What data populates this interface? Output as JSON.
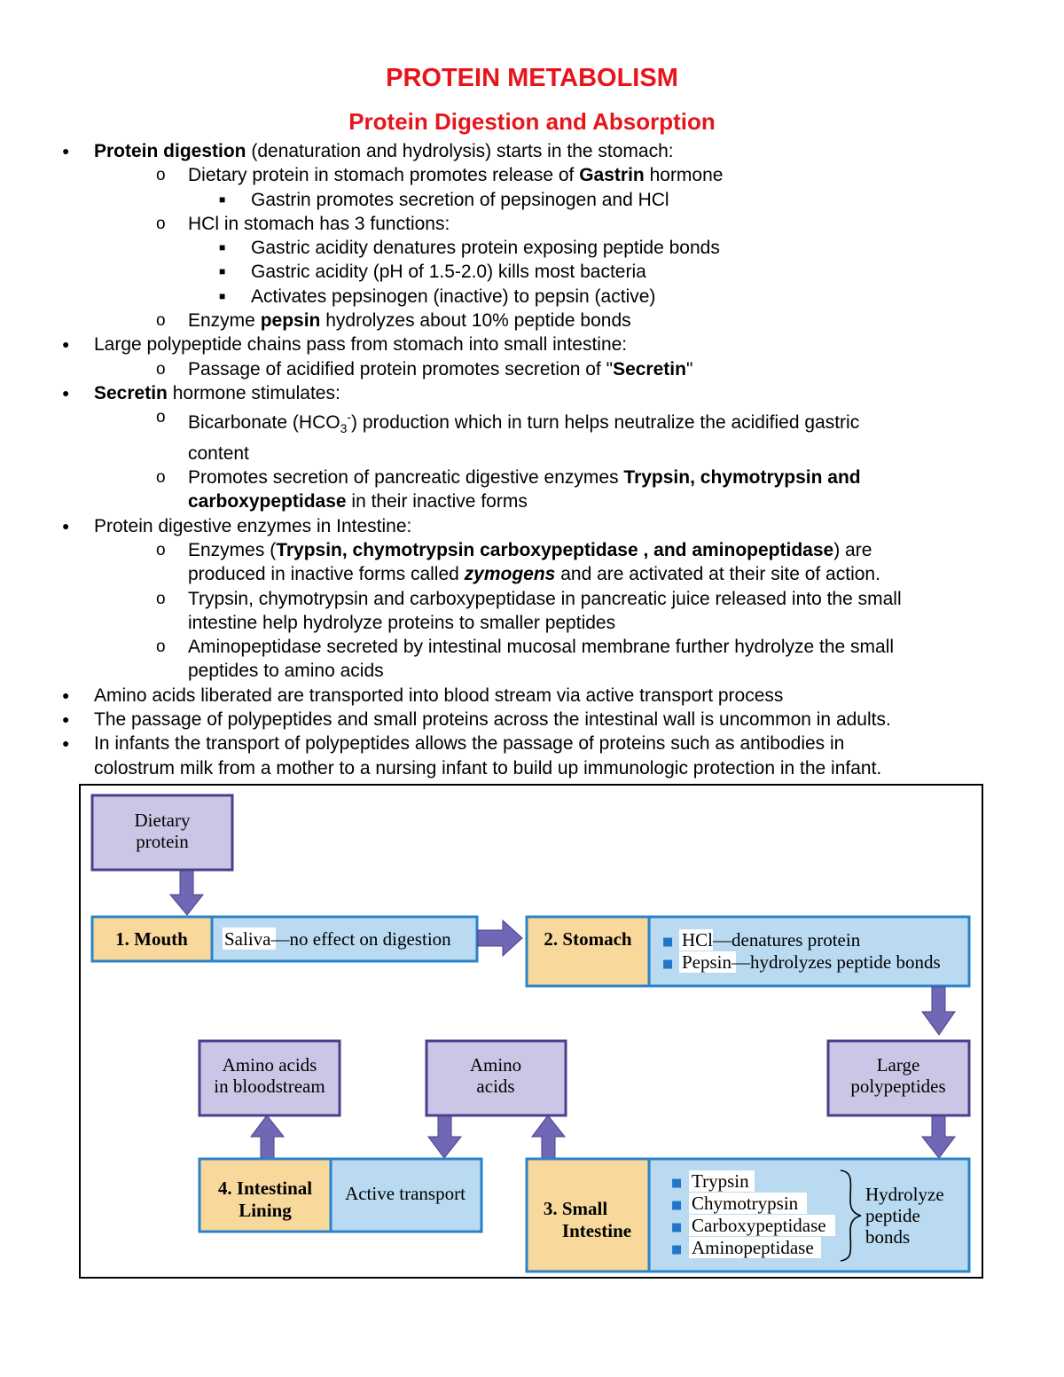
{
  "title": "PROTEIN METABOLISM",
  "subtitle": "Protein Digestion and Absorption",
  "lines": [
    {
      "level": 1,
      "parts": [
        {
          "t": "Protein digestion",
          "b": true
        },
        {
          "t": " (denaturation and hydrolysis) starts in the stomach:"
        }
      ]
    },
    {
      "level": 2,
      "parts": [
        {
          "t": "Dietary protein in stomach promotes release of "
        },
        {
          "t": "Gastrin",
          "b": true
        },
        {
          "t": " hormone"
        }
      ]
    },
    {
      "level": 3,
      "parts": [
        {
          "t": "Gastrin promotes secretion of pepsinogen and HCl"
        }
      ]
    },
    {
      "level": 2,
      "parts": [
        {
          "t": "HCl in stomach has 3 functions:"
        }
      ]
    },
    {
      "level": 3,
      "parts": [
        {
          "t": "Gastric acidity denatures protein  exposing  peptide bonds"
        }
      ]
    },
    {
      "level": 3,
      "parts": [
        {
          "t": "Gastric acidity (pH of 1.5-2.0) kills most bacteria"
        }
      ]
    },
    {
      "level": 3,
      "parts": [
        {
          "t": "Activates pepsinogen (inactive) to pepsin (active)"
        }
      ]
    },
    {
      "level": 2,
      "parts": [
        {
          "t": "Enzyme "
        },
        {
          "t": "pepsin",
          "b": true
        },
        {
          "t": " hydrolyzes about 10% peptide bonds"
        }
      ]
    },
    {
      "level": 1,
      "parts": [
        {
          "t": "Large polypeptide chains pass from stomach into small intestine:"
        }
      ]
    },
    {
      "level": 2,
      "parts": [
        {
          "t": "Passage of acidified protein promotes secretion of \""
        },
        {
          "t": "Secretin",
          "b": true
        },
        {
          "t": "\""
        }
      ]
    },
    {
      "level": 1,
      "parts": [
        {
          "t": "Secretin",
          "b": true
        },
        {
          "t": " hormone stimulates:"
        }
      ]
    },
    {
      "level": 2,
      "parts": [
        {
          "t": "Bicarbonate (HCO"
        },
        {
          "t": "3",
          "sub": true
        },
        {
          "t": "-",
          "sup": true
        },
        {
          "t": ") production which in turn helps neutralize the acidified gastric"
        }
      ]
    },
    {
      "level": 2,
      "cont": true,
      "parts": [
        {
          "t": "content"
        }
      ]
    },
    {
      "level": 2,
      "parts": [
        {
          "t": "Promotes secretion of pancreatic digestive enzymes "
        },
        {
          "t": "Trypsin, chymotrypsin and",
          "b": true
        }
      ]
    },
    {
      "level": 2,
      "cont": true,
      "parts": [
        {
          "t": "carboxypeptidase",
          "b": true
        },
        {
          "t": " in their inactive forms"
        }
      ]
    },
    {
      "level": 1,
      "parts": [
        {
          "t": "Protein digestive enzymes in Intestine:"
        }
      ]
    },
    {
      "level": 2,
      "parts": [
        {
          "t": "Enzymes ("
        },
        {
          "t": "Trypsin, chymotrypsin carboxypeptidase , and aminopeptidase",
          "b": true
        },
        {
          "t": ") are"
        }
      ]
    },
    {
      "level": 2,
      "cont": true,
      "parts": [
        {
          "t": "produced in inactive forms called "
        },
        {
          "t": "zymogens",
          "b": true,
          "i": true
        },
        {
          "t": " and are activated at their site of action."
        }
      ]
    },
    {
      "level": 2,
      "parts": [
        {
          "t": "Trypsin, chymotrypsin and carboxypeptidase in pancreatic juice released into the small"
        }
      ]
    },
    {
      "level": 2,
      "cont": true,
      "parts": [
        {
          "t": "intestine help hydrolyze proteins to smaller peptides"
        }
      ]
    },
    {
      "level": 2,
      "parts": [
        {
          "t": "Aminopeptidase  secreted by intestinal mucosal membrane further hydrolyze the small"
        }
      ]
    },
    {
      "level": 2,
      "cont": true,
      "parts": [
        {
          "t": "peptides to amino acids"
        }
      ]
    },
    {
      "level": 1,
      "parts": [
        {
          "t": "Amino acids liberated are transported into blood stream via active transport process"
        }
      ]
    },
    {
      "level": 1,
      "parts": [
        {
          "t": "The passage of polypeptides and small proteins across the intestinal wall is uncommon in adults."
        }
      ]
    },
    {
      "level": 1,
      "parts": [
        {
          "t": "In infants the transport of polypeptides allows the passage of proteins such as antibodies in"
        }
      ]
    },
    {
      "level": 1,
      "cont": true,
      "parts": [
        {
          "t": "colostrum milk from a mother to a nursing infant to build up immunologic protection in the infant."
        }
      ]
    }
  ],
  "markers": {
    "level1": "●",
    "level2": "o",
    "level3": "■"
  },
  "diagram": {
    "dietary_protein": [
      "Dietary",
      "protein"
    ],
    "mouth_label": "1. Mouth",
    "mouth_desc_term": "Saliva",
    "mouth_desc_rest": "—no effect on digestion",
    "stomach_label": "2. Stomach",
    "stomach_items": [
      {
        "term": "HCl",
        "rest": "—denatures protein"
      },
      {
        "term": "Pepsin",
        "rest": "—hydrolyzes peptide bonds"
      }
    ],
    "large_polypeptides": [
      "Large",
      "polypeptides"
    ],
    "amino_acids": [
      "Amino",
      "acids"
    ],
    "amino_bloodstream": [
      "Amino acids",
      "in bloodstream"
    ],
    "intestinal_label": [
      "4. Intestinal",
      "Lining"
    ],
    "active_transport": "Active transport",
    "small_intestine_label": [
      "3. Small",
      "Intestine"
    ],
    "enzymes": [
      "Trypsin",
      "Chymotrypsin",
      "Carboxypeptidase",
      "Aminopeptidase"
    ],
    "hydrolyze": [
      "Hydrolyze",
      "peptide",
      "bonds"
    ],
    "bullet_glyph": "■",
    "colors": {
      "purple_fill": "#cac7e6",
      "purple_stroke": "#4b3f8c",
      "orange_fill": "#f9d89b",
      "blue_fill": "#b9daf1",
      "blue_stroke": "#2a83c8",
      "arrow_fill": "#7068b5",
      "bullet": "#1f77c9"
    }
  }
}
